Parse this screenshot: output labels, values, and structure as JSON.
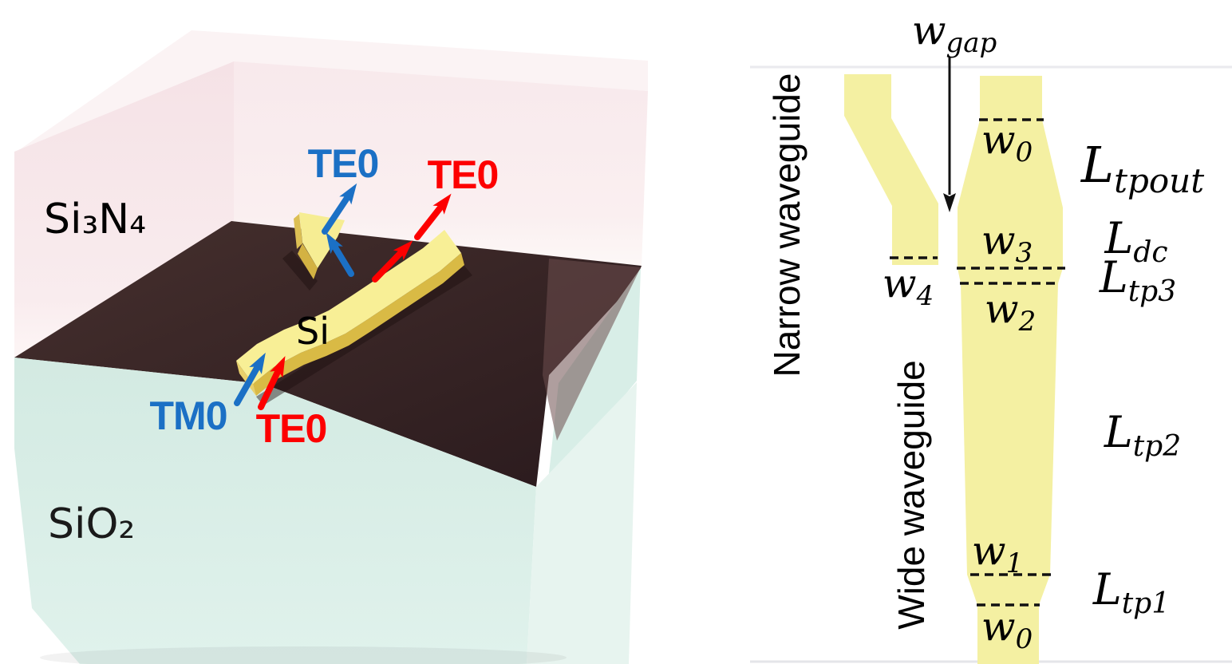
{
  "figure": {
    "description_left": "3D schematic of Si waveguide mode converter in Si3N4 cladding on SiO2",
    "description_right": "Top-view layout of tapered directional coupler"
  },
  "panel_left": {
    "cladding_label": "Si₃N₄",
    "substrate_label": "SiO₂",
    "core_label": "Si",
    "input_mode_blue": "TM0",
    "input_mode_red": "TE0",
    "output_mode_blue": "TE0",
    "output_mode_red": "TE0",
    "colors": {
      "mode_blue": "#1b70c5",
      "mode_red": "#fd0000",
      "cladding_pink": "#f6e4e8",
      "substrate_teal": "#d6ece5",
      "floor_brown": "#3b2527",
      "waveguide_yellow": "#f8ef96"
    }
  },
  "panel_right": {
    "narrow_waveguide_label": "Narrow waveguide",
    "wide_waveguide_label": "Wide waveguide",
    "waveguide_color": "#f4f0a2",
    "gap_label": {
      "base": "w",
      "sub": "gap"
    },
    "width_labels": {
      "w0_top": {
        "base": "w",
        "sub": "0"
      },
      "w3": {
        "base": "w",
        "sub": "3"
      },
      "w4": {
        "base": "w",
        "sub": "4"
      },
      "w2": {
        "base": "w",
        "sub": "2"
      },
      "w1": {
        "base": "w",
        "sub": "1"
      },
      "w0_bottom": {
        "base": "w",
        "sub": "0"
      }
    },
    "length_labels": {
      "tpout": {
        "base": "L",
        "sub": "tpout"
      },
      "dc": {
        "base": "L",
        "sub": "dc"
      },
      "tp3": {
        "base": "L",
        "sub": "tp3"
      },
      "tp2": {
        "base": "L",
        "sub": "tp2"
      },
      "tp1": {
        "base": "L",
        "sub": "tp1"
      }
    }
  }
}
